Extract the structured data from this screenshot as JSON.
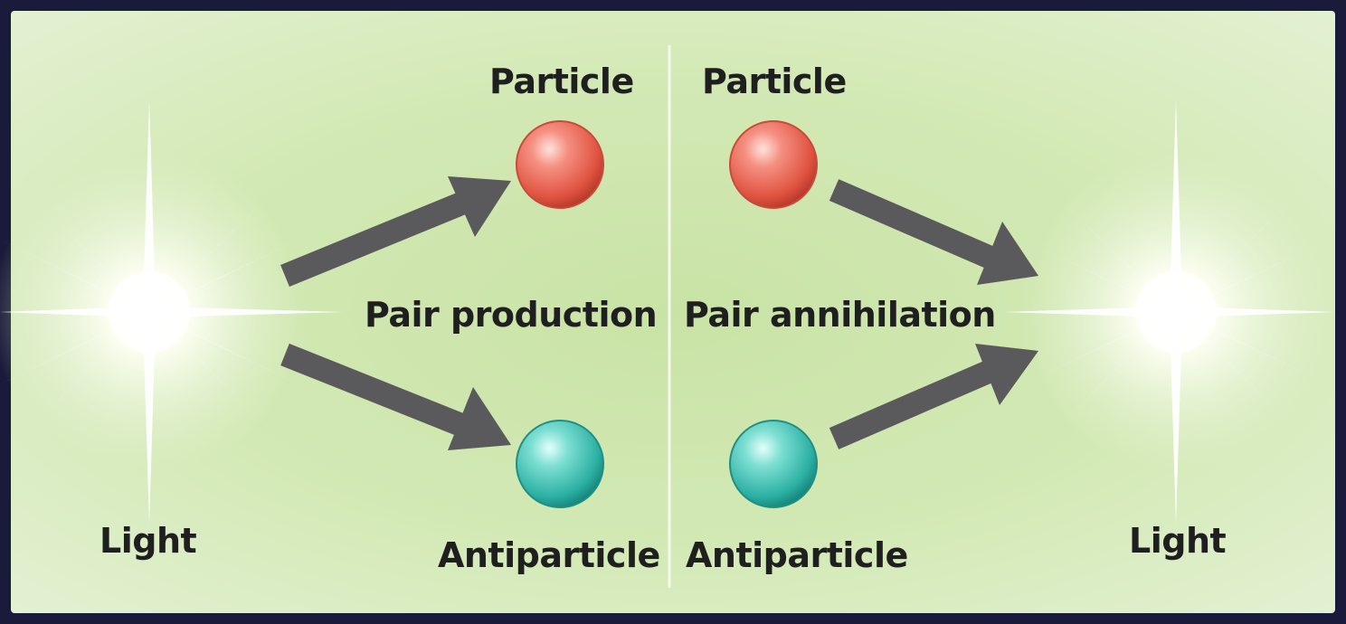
{
  "left": {
    "light_label": "Light",
    "process_label": "Pair production",
    "particle_label": "Particle",
    "antiparticle_label": "Antiparticle"
  },
  "right": {
    "light_label": "Light",
    "process_label": "Pair annihilation",
    "particle_label": "Particle",
    "antiparticle_label": "Antiparticle"
  },
  "colors": {
    "particle": "#e8685a",
    "antiparticle": "#3fbfb4",
    "arrow": "#5a5a5c",
    "background_dark": "#1a1b3a",
    "panel": "#d0e8b0"
  }
}
